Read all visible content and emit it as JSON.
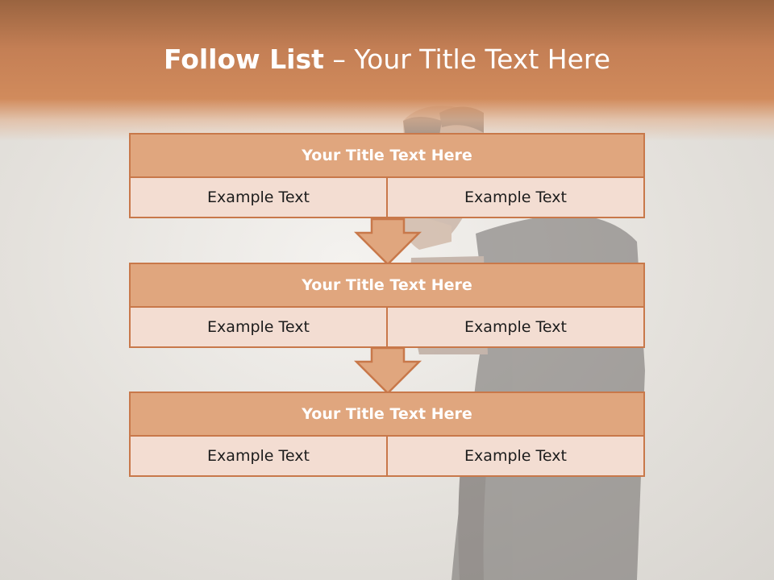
{
  "slide": {
    "title_bold": "Follow List",
    "title_rest": " – Your Title Text Here"
  },
  "steps": [
    {
      "title": "Your Title Text Here",
      "left": "Example Text",
      "right": "Example Text"
    },
    {
      "title": "Your Title Text Here",
      "left": "Example Text",
      "right": "Example Text"
    },
    {
      "title": "Your Title Text Here",
      "left": "Example Text",
      "right": "Example Text"
    }
  ],
  "colors": {
    "accent": "#d18b5c",
    "title_box": "#e0a67e",
    "cell_box": "#f3ddd2",
    "border": "#c8784a"
  },
  "icons": [
    "down-arrow-icon",
    "down-arrow-icon"
  ]
}
